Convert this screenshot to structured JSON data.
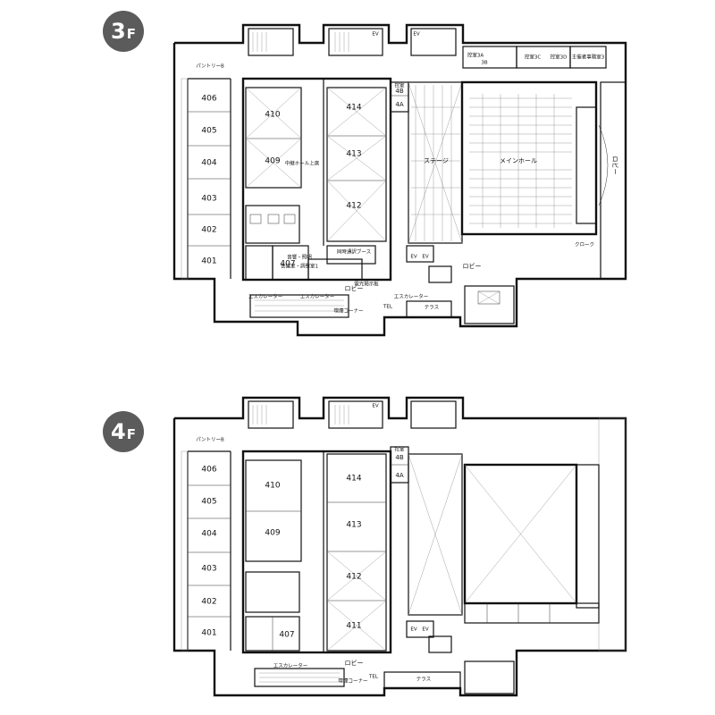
{
  "floor_3f": {
    "badge_num": "3",
    "badge_suffix": "F",
    "rooms": [
      "406",
      "405",
      "404",
      "403",
      "402",
      "401",
      "410",
      "409",
      "414",
      "413",
      "412",
      "407"
    ],
    "labels": {
      "pantry": "パントリーB",
      "stage": "ステージ",
      "main_hall": "メインホール",
      "lobby_right": "ロビー",
      "lobby_center": "ロビー",
      "lobby_bottom": "ロビー",
      "room_4a": "4A",
      "room_4b": "4B",
      "jitsu_4": "控室",
      "room_3a": "控室3A",
      "room_3b": "3B",
      "room_3c": "控室3C",
      "room_3d": "控室3D",
      "main_ctrl": "主催者事務室3",
      "terrace": "テラス",
      "cloak": "クローク",
      "escalator_l": "エスカレーター",
      "escalator_r": "エスカレーター",
      "escalator_c": "エスカレーター",
      "smoking": "喫煙コーナー",
      "tel": "TEL",
      "ev1": "EV",
      "ev2": "EV",
      "ev3": "EV",
      "ev4": "EV",
      "shosai": "会議室・調整室1",
      "ongaku": "音響・照明",
      "hall_ctrl": "中継ホール上席",
      "sound_booth": "同時通訳ブース",
      "keijiban": "電光掲示板"
    }
  },
  "floor_4f": {
    "badge_num": "4",
    "badge_suffix": "F",
    "rooms": [
      "406",
      "405",
      "404",
      "403",
      "402",
      "401",
      "410",
      "409",
      "414",
      "413",
      "412",
      "411",
      "407"
    ],
    "labels": {
      "pantry": "パントリーB",
      "room_4a": "4A",
      "room_4b": "4B",
      "jitsu_4": "控室",
      "lobby": "ロビー",
      "escalator": "エスカレーター",
      "smoking": "喫煙コーナー",
      "tel": "TEL",
      "terrace": "テラス",
      "ev1": "EV",
      "ev2": "EV",
      "ev3": "EV"
    }
  }
}
